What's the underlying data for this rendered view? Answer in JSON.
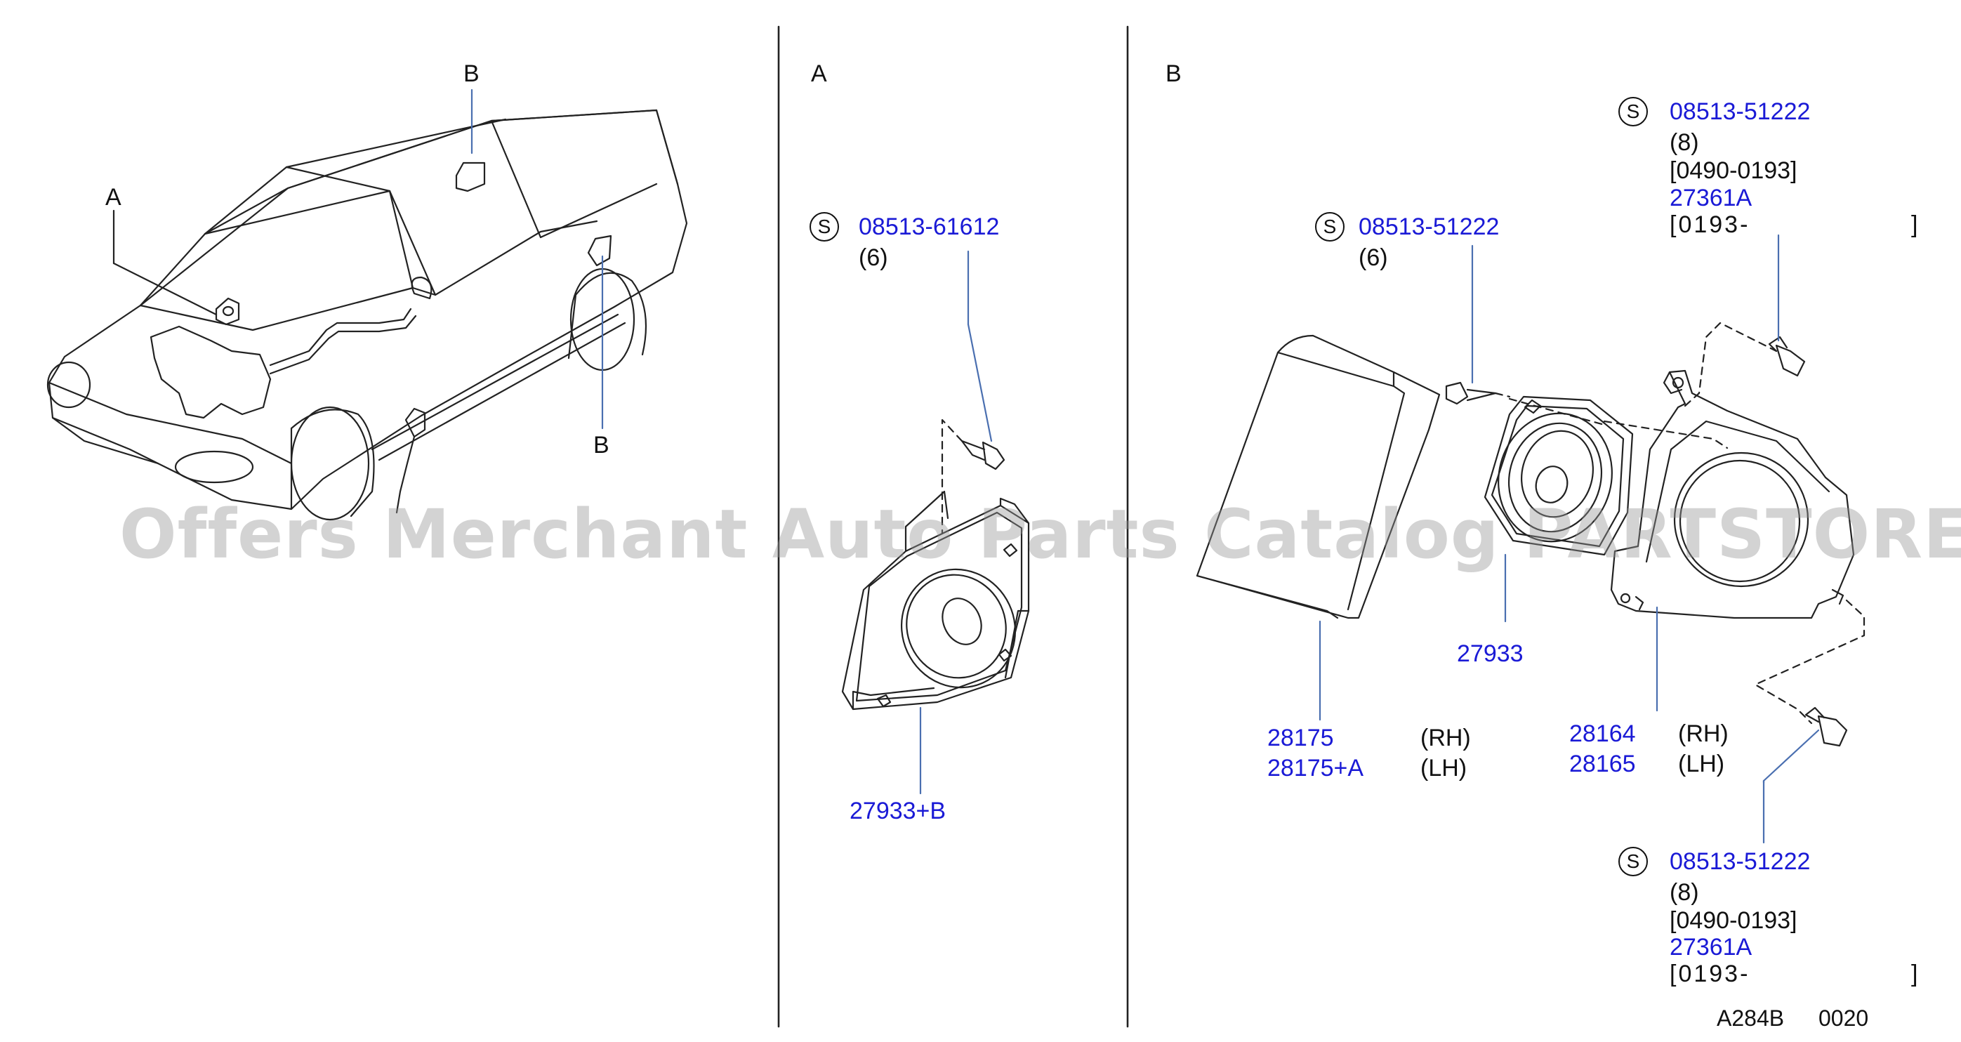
{
  "colors": {
    "part_number": "#1a1ad6",
    "text": "#111111",
    "line": "#222222",
    "leader": "#4a6fb0",
    "watermark": "#969696"
  },
  "overview": {
    "label_a": "A",
    "label_b_top": "B",
    "label_b_bottom": "B"
  },
  "panel_a": {
    "title": "A",
    "screw": {
      "symbol": "S",
      "part_no": "08513-61612",
      "qty": "(6)"
    },
    "speaker": {
      "part_no": "27933+B"
    }
  },
  "panel_b": {
    "title": "B",
    "screw_top": {
      "symbol": "S",
      "part_no": "08513-51222",
      "qty": "(8)",
      "range1": "[0490-0193]",
      "alt_part_no": "27361A",
      "range2": "[0193-",
      "range2_close": "]"
    },
    "screw_left": {
      "symbol": "S",
      "part_no": "08513-51222",
      "qty": "(6)"
    },
    "screw_bottom": {
      "symbol": "S",
      "part_no": "08513-51222",
      "qty": "(8)",
      "range1": "[0490-0193]",
      "alt_part_no": "27361A",
      "range2": "[0193-",
      "range2_close": "]"
    },
    "speaker": {
      "part_no": "27933"
    },
    "cover": {
      "part_no_rh": "28175",
      "part_no_lh": "28175+A",
      "side_rh": "(RH)",
      "side_lh": "(LH)"
    },
    "bracket": {
      "part_no_rh": "28164",
      "part_no_lh": "28165",
      "side_rh": "(RH)",
      "side_lh": "(LH)"
    }
  },
  "footer": {
    "diagram_code": "A284B",
    "sheet_no": "0020"
  },
  "watermark": "Offers Merchant Auto Parts Catalog PARTSTORE.SA"
}
